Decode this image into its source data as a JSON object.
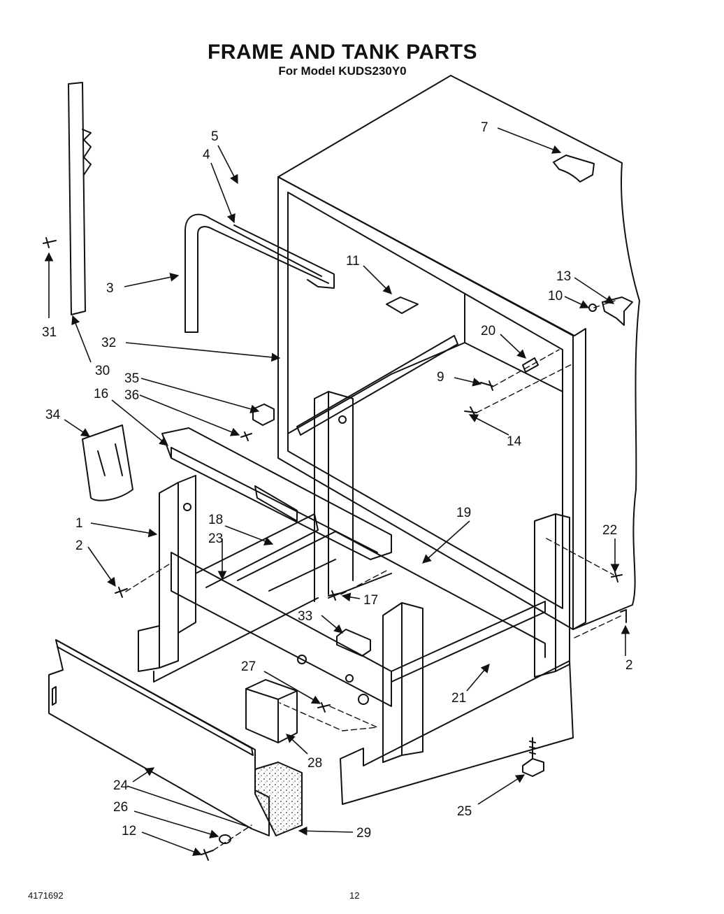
{
  "header": {
    "title": "FRAME AND TANK PARTS",
    "subtitle": "For Model KUDS230Y0"
  },
  "footer": {
    "doc_number": "4171692",
    "page_number": "12"
  },
  "callouts": {
    "c1": "1",
    "c2a": "2",
    "c2b": "2",
    "c3": "3",
    "c4": "4",
    "c5": "5",
    "c7": "7",
    "c9": "9",
    "c10": "10",
    "c11": "11",
    "c12": "12",
    "c13": "13",
    "c14": "14",
    "c16": "16",
    "c17": "17",
    "c18": "18",
    "c19": "19",
    "c20": "20",
    "c21": "21",
    "c22": "22",
    "c23": "23",
    "c24": "24",
    "c25": "25",
    "c26": "26",
    "c27": "27",
    "c28": "28",
    "c29": "29",
    "c30": "30",
    "c31": "31",
    "c32": "32",
    "c33": "33",
    "c34": "34",
    "c35": "35",
    "c36": "36"
  }
}
